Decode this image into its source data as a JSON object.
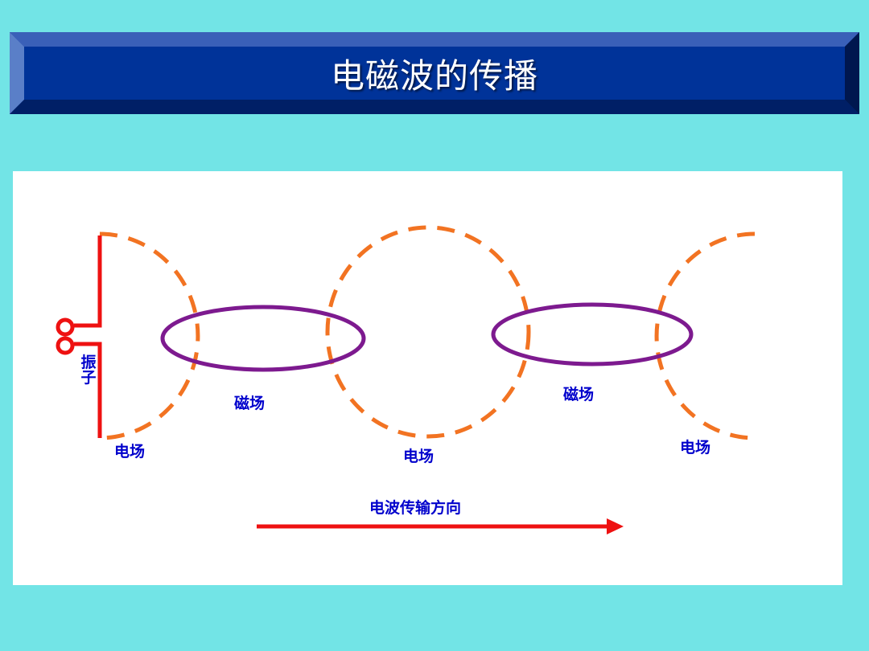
{
  "slide": {
    "title": "电磁波的传播",
    "background_color": "#72e4e6",
    "title_bar_color": "#003399"
  },
  "diagram": {
    "oscillator_label": "振子",
    "magnetic_field_labels": [
      "磁场",
      "磁场"
    ],
    "electric_field_labels": [
      "电场",
      "电场",
      "电场"
    ],
    "direction_label": "电波传输方向",
    "colors": {
      "electric_field": "#f27322",
      "magnetic_field": "#7d1a8f",
      "oscillator": "#ee1111",
      "arrow": "#ee1111",
      "label_text": "#0000cc"
    }
  }
}
